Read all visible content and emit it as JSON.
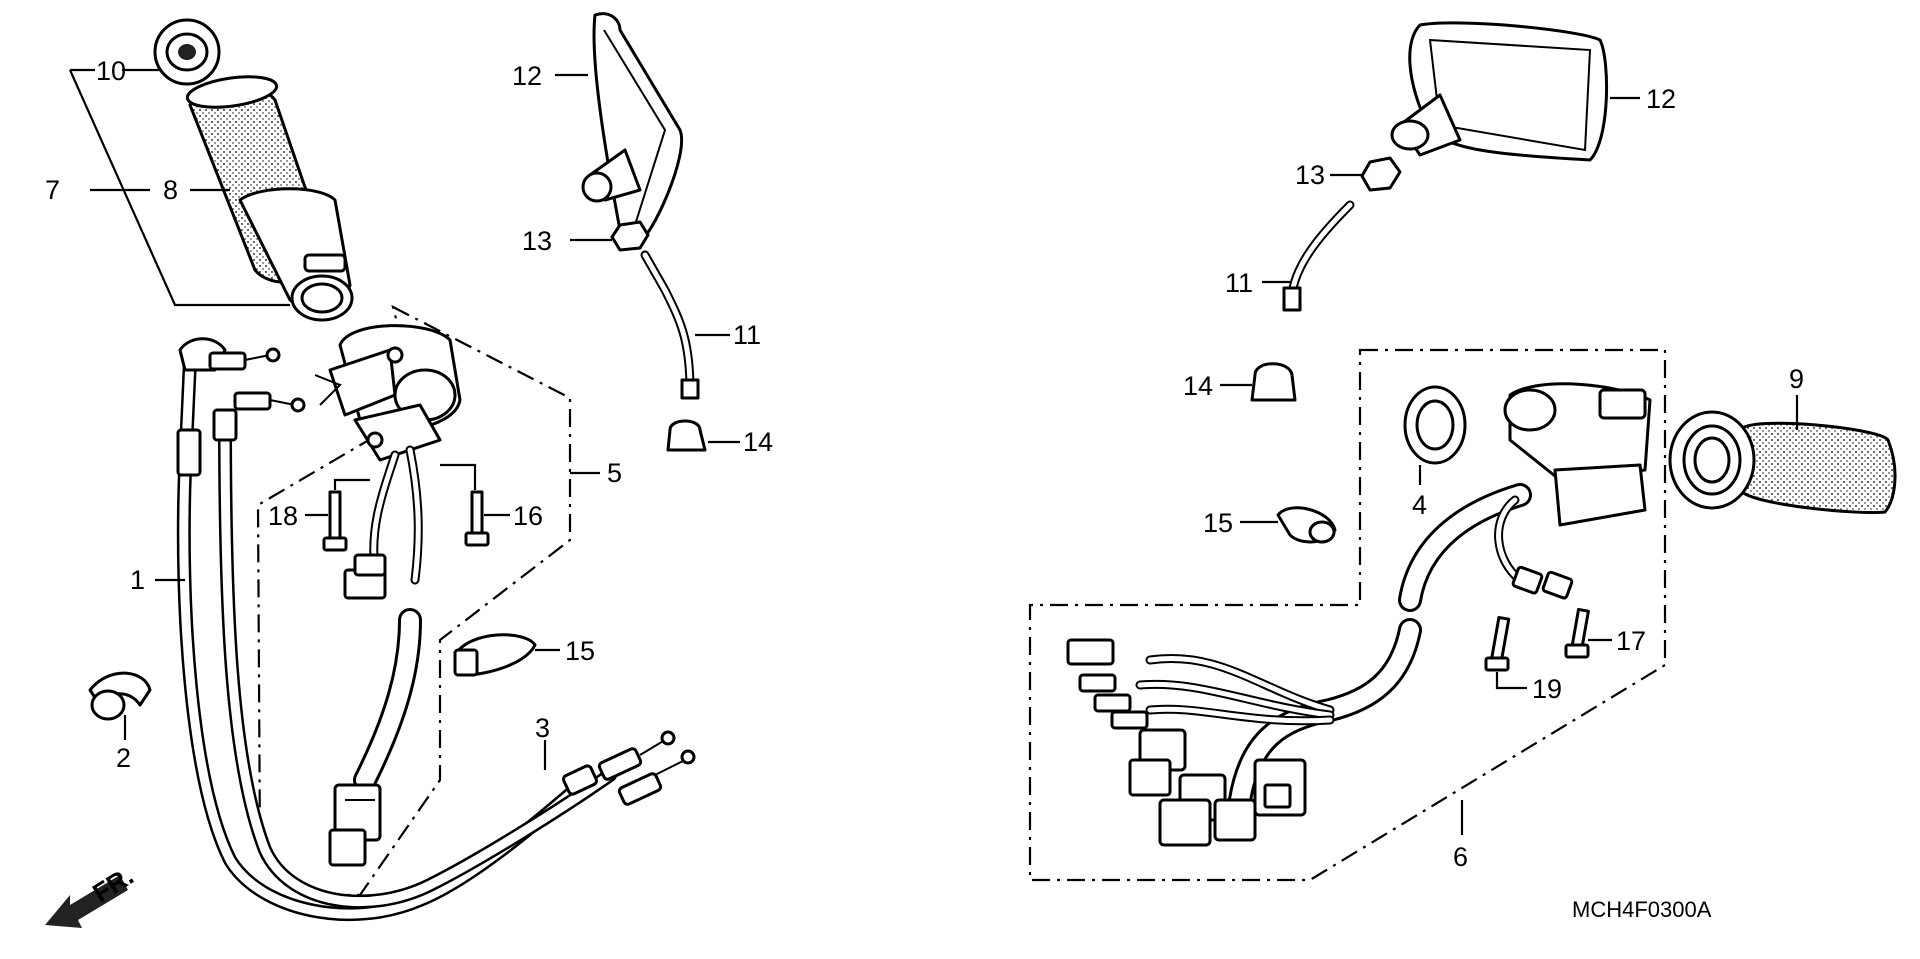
{
  "diagram": {
    "diagram_code": "MCH4F0300A",
    "front_indicator": "FR.",
    "callouts": {
      "c1": "1",
      "c2": "2",
      "c3": "3",
      "c4": "4",
      "c5": "5",
      "c6": "6",
      "c7": "7",
      "c8": "8",
      "c9": "9",
      "c10": "10",
      "c11_left": "11",
      "c11_right": "11",
      "c12_left": "12",
      "c12_right": "12",
      "c13_left": "13",
      "c13_right": "13",
      "c14_left": "14",
      "c14_right": "14",
      "c15_left": "15",
      "c15_right": "15",
      "c16": "16",
      "c17": "17",
      "c18": "18",
      "c19": "19"
    }
  }
}
